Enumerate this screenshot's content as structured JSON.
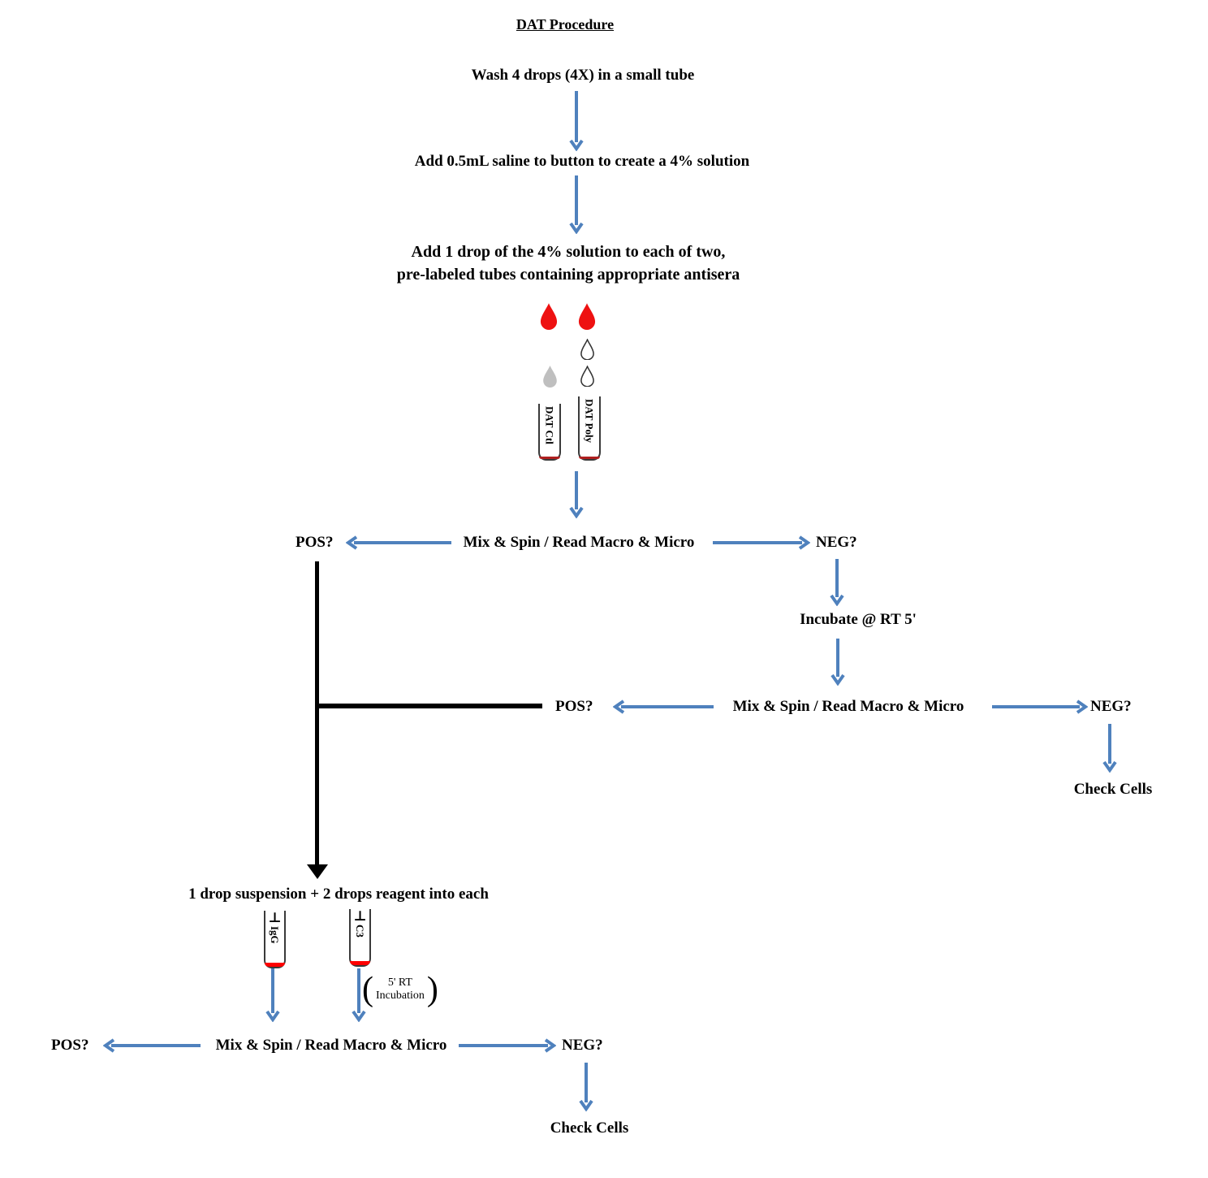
{
  "title": "DAT Procedure",
  "steps": {
    "wash": "Wash 4 drops (4X) in a small tube",
    "saline": "Add 0.5mL saline to button to create a 4% solution",
    "add_line1": "Add 1 drop of the 4% solution to each of two,",
    "add_line2": "pre-labeled tubes containing appropriate antisera",
    "incubate": "Incubate @ RT 5'",
    "suspension": "1 drop suspension + 2 drops reagent into each"
  },
  "decisions": {
    "mix_spin": "Mix & Spin / Read Macro & Micro",
    "pos": "POS?",
    "neg": "NEG?",
    "check_cells": "Check Cells"
  },
  "tubes": {
    "dat_ctl": "DAT Ctl",
    "dat_poly": "DAT Poly",
    "anti_symbol": "⊥",
    "igg": "IgG",
    "c3": "C3"
  },
  "note": {
    "open": "(",
    "line1": "5' RT",
    "line2": "Incubation",
    "close": ")"
  },
  "colors": {
    "arrow_blue": "#4f81bd",
    "drop_red": "#ee1111",
    "drop_gray": "#bfbfbf",
    "tube_stripe_red": "#ff0000",
    "line_black": "#000000"
  }
}
